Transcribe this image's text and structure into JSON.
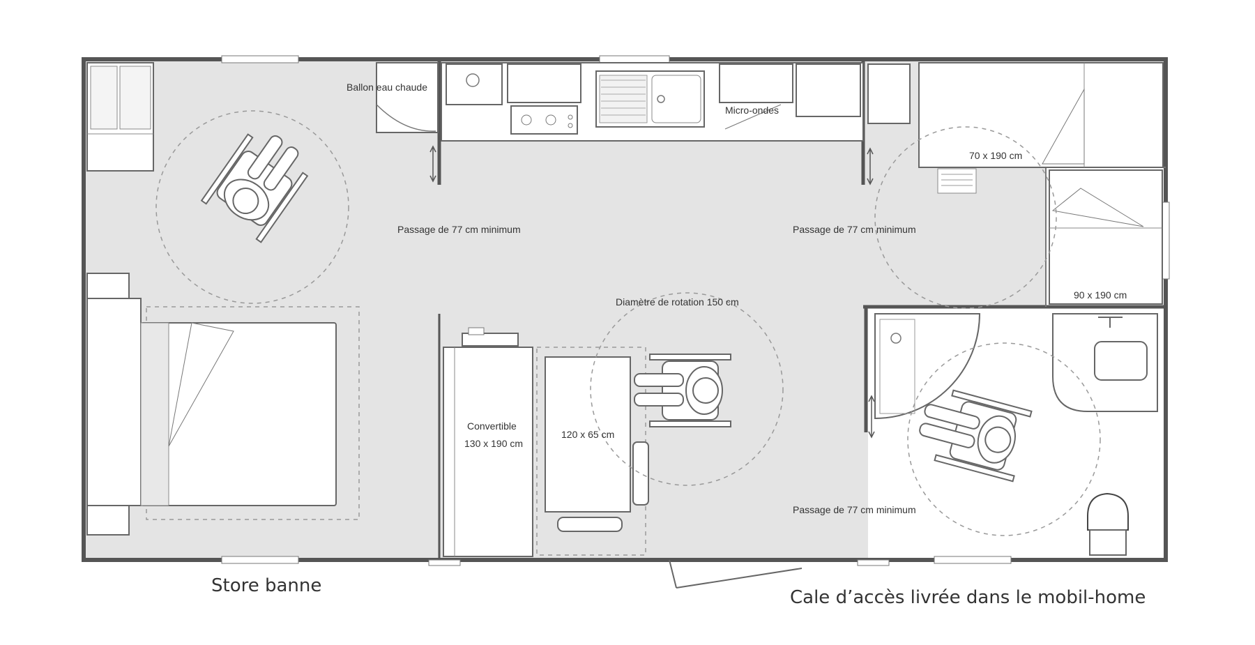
{
  "labels": {
    "ballon": "Ballon eau chaude",
    "micro_ondes": "Micro-ondes",
    "bed_small_1": "70 x 190 cm",
    "bed_small_2": "90 x 190 cm",
    "passage_left": "Passage de 77 cm minimum",
    "passage_right": "Passage de 77 cm minimum",
    "passage_bath": "Passage de 77 cm minimum",
    "rotation": "Diamètre de rotation 150 cm",
    "convertible_line1": "Convertible",
    "convertible_line2": "130 x 190 cm",
    "table": "120 x 65 cm",
    "store_banne": "Store banne",
    "cale_acces": "Cale d’accès livrée dans le mobil-home"
  },
  "icons": [
    "wheelchair-icon",
    "bed-icon",
    "toilet-icon",
    "shower-icon",
    "sink-icon",
    "hob-icon"
  ],
  "colors": {
    "floor": "#e4e4e4",
    "wall": "#555555",
    "furniture": "#ffffff"
  }
}
